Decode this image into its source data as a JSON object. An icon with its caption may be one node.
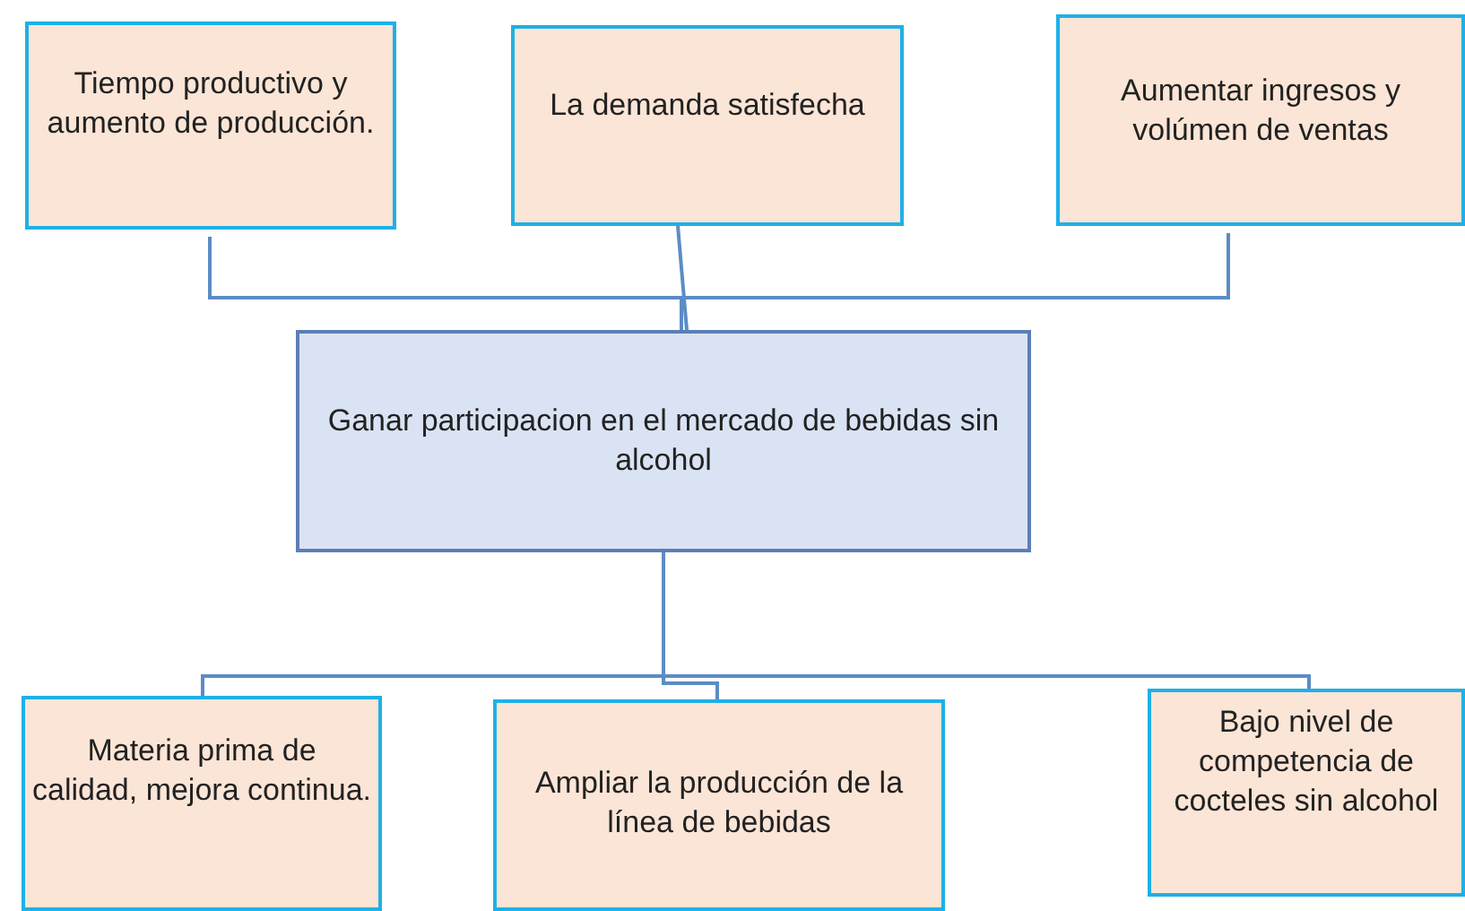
{
  "diagram": {
    "nodes": [
      {
        "text": [
          "Tiempo productivo y aumento de producción."
        ]
      },
      {
        "text": [
          "La demanda satisfecha"
        ]
      },
      {
        "text": [
          "Aumentar ingresos y volúmen de ventas"
        ]
      },
      {
        "text": [
          "Ganar participacion en el mercado de bebidas sin alcohol"
        ]
      },
      {
        "text": [
          "Materia prima de calidad, mejora continua."
        ]
      },
      {
        "text": [
          "Ampliar la producción de la línea de bebidas"
        ]
      },
      {
        "text": [
          "Bajo nivel de competencia de cocteles sin alcohol"
        ]
      }
    ],
    "edges": [
      {
        "from": 0,
        "to": 3,
        "arrow": "none"
      },
      {
        "from": 1,
        "to": 3,
        "arrow": "none"
      },
      {
        "from": 2,
        "to": 3,
        "arrow": "none"
      },
      {
        "from": 3,
        "to": 4,
        "arrow": "none"
      },
      {
        "from": 3,
        "to": 5,
        "arrow": "none"
      },
      {
        "from": 3,
        "to": 6,
        "arrow": "none"
      }
    ]
  }
}
